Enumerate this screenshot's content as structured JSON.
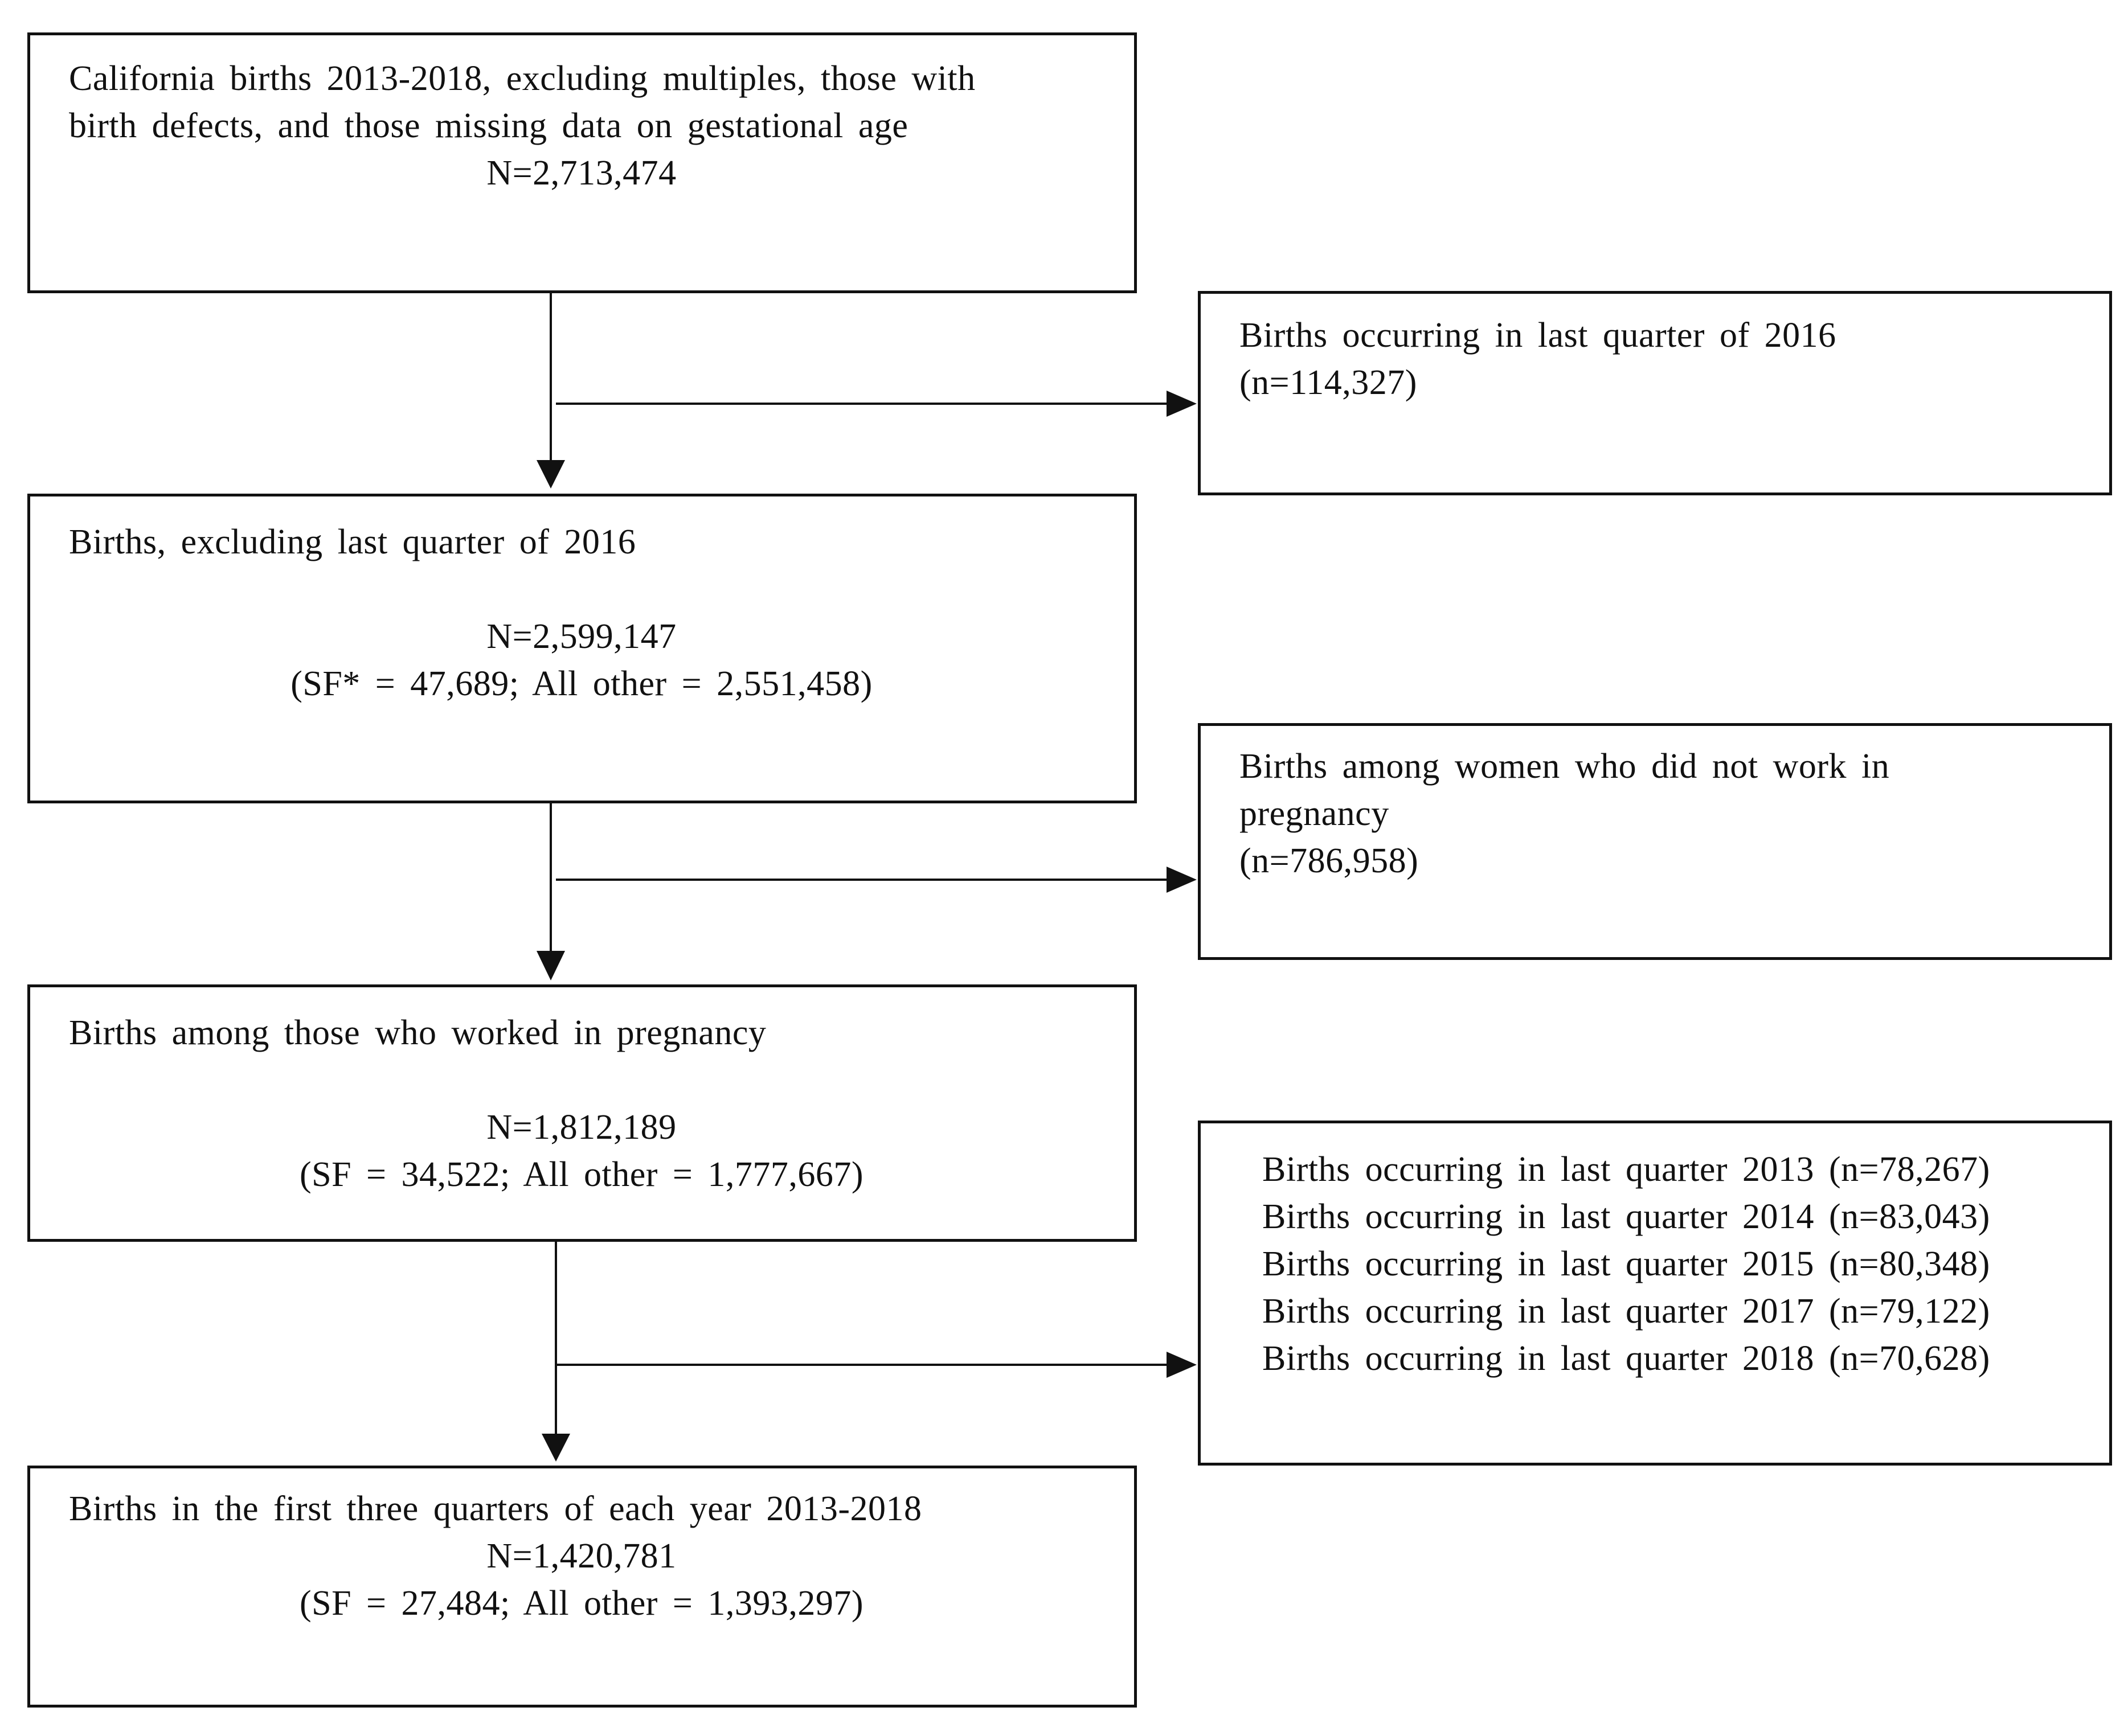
{
  "boxes": {
    "box1": {
      "line1": "California births 2013-2018, excluding multiples, those with",
      "line2": "birth defects, and those missing data on gestational age",
      "count": "N=2,713,474"
    },
    "box2": {
      "title": "Births, excluding last quarter of 2016",
      "count": "N=2,599,147",
      "breakdown": "(SF* = 47,689; All other = 2,551,458)"
    },
    "box3": {
      "title": "Births among those who worked in pregnancy",
      "count": "N=1,812,189",
      "breakdown": "(SF = 34,522; All other = 1,777,667)"
    },
    "box4": {
      "title": "Births in the first three quarters of each year 2013-2018",
      "count": "N=1,420,781",
      "breakdown": "(SF = 27,484; All other = 1,393,297)"
    }
  },
  "exclusions": {
    "ex1": {
      "line1": "Births occurring in last quarter of 2016",
      "count": "(n=114,327)"
    },
    "ex2": {
      "line1": "Births among women who did not work in",
      "line2": "pregnancy",
      "count": "(n=786,958)"
    },
    "ex3": {
      "lines": [
        "Births occurring in last quarter 2013 (n=78,267)",
        "Births occurring in last quarter 2014 (n=83,043)",
        "Births occurring in last quarter 2015 (n=80,348)",
        "Births occurring in last quarter 2017 (n=79,122)",
        "Births occurring in last quarter 2018 (n=70,628)"
      ]
    }
  },
  "colors": {
    "line": "#111111",
    "background": "#ffffff"
  }
}
